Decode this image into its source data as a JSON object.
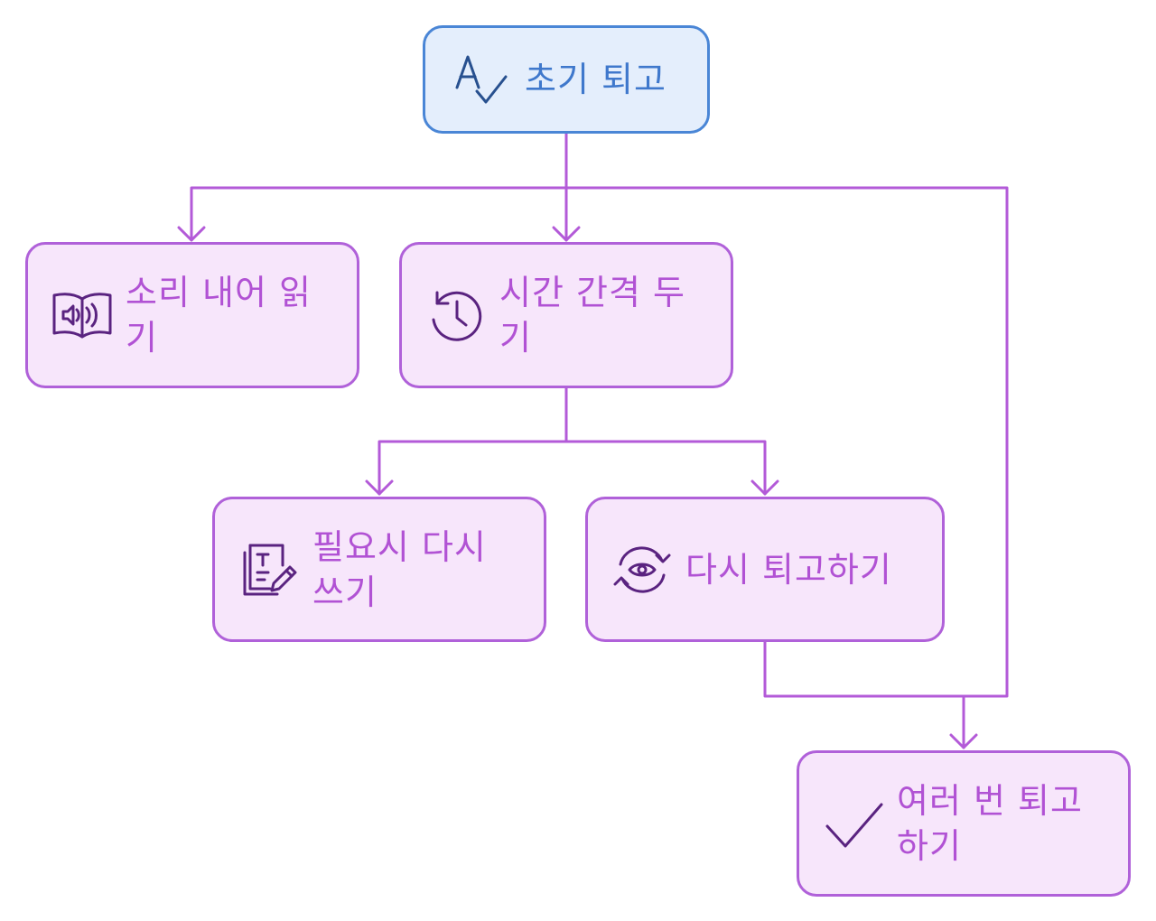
{
  "diagram": {
    "nodes": {
      "start": {
        "label": "초기 퇴고",
        "icon": "spellcheck-icon"
      },
      "read_aloud": {
        "label": "소리 내어 읽기",
        "icon": "audiobook-icon"
      },
      "time_gap": {
        "label": "시간 간격 두기",
        "icon": "history-clock-icon"
      },
      "rewrite": {
        "label": "필요시 다시 쓰기",
        "icon": "document-edit-icon"
      },
      "revise_again": {
        "label": "다시 퇴고하기",
        "icon": "refresh-eye-icon"
      },
      "repeat": {
        "label": "여러 번 퇴고하기",
        "icon": "checkmark-icon"
      }
    },
    "edges": [
      {
        "from": "start",
        "to": "read_aloud"
      },
      {
        "from": "start",
        "to": "time_gap"
      },
      {
        "from": "start",
        "to": "repeat"
      },
      {
        "from": "time_gap",
        "to": "rewrite"
      },
      {
        "from": "time_gap",
        "to": "revise_again"
      },
      {
        "from": "revise_again",
        "to": "repeat"
      }
    ],
    "colors": {
      "start_border": "#4a86d6",
      "start_fill": "#e4eefc",
      "start_text": "#3f78cc",
      "node_border": "#b061d9",
      "node_fill": "#f7e6fb",
      "node_text": "#b152d4",
      "edge": "#b35ad8",
      "icon_dark": "#5a2380"
    }
  }
}
